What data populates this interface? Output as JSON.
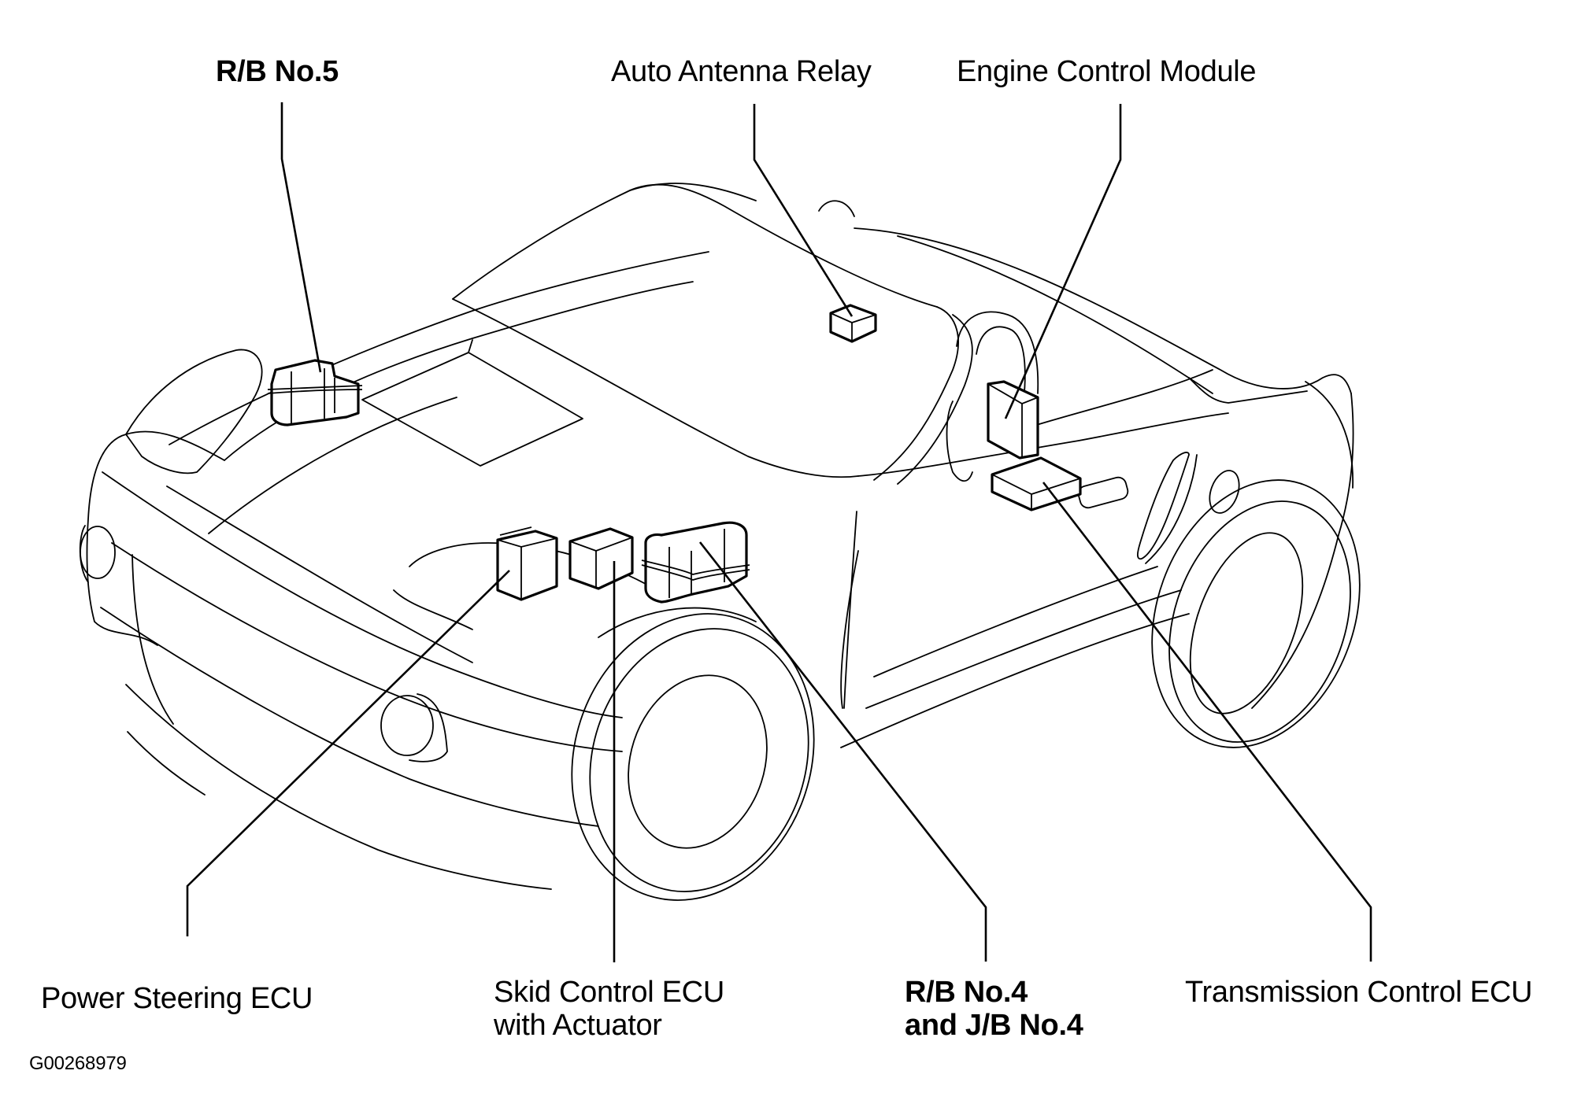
{
  "figure_id": "G00268979",
  "diagram": {
    "subject": "vehicle (roadster) component location",
    "labels": [
      {
        "id": "rb5",
        "lines": [
          "R/B No.5"
        ],
        "bold": true
      },
      {
        "id": "antenna",
        "lines": [
          "Auto Antenna Relay"
        ],
        "bold": false
      },
      {
        "id": "ecm",
        "lines": [
          "Engine Control Module"
        ],
        "bold": false
      },
      {
        "id": "ps",
        "lines": [
          "Power Steering ECU"
        ],
        "bold": false
      },
      {
        "id": "skid",
        "lines": [
          "Skid Control ECU",
          "with Actuator"
        ],
        "bold": false
      },
      {
        "id": "rb4",
        "lines": [
          "R/B No.4",
          "and J/B No.4"
        ],
        "bold": true
      },
      {
        "id": "tcm",
        "lines": [
          "Transmission Control ECU"
        ],
        "bold": false
      }
    ]
  }
}
